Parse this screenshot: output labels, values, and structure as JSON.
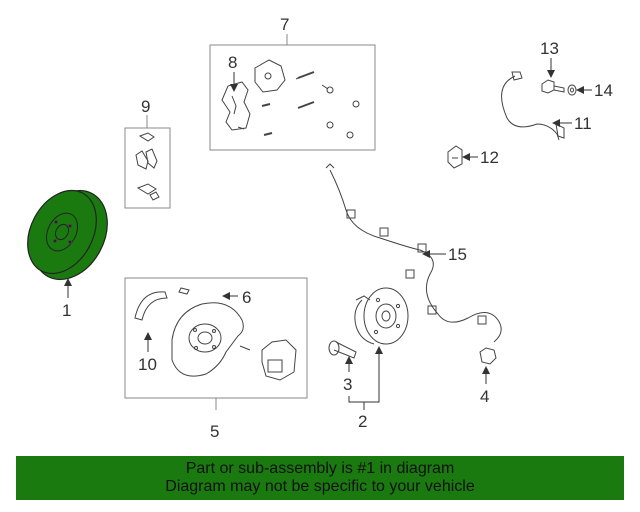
{
  "callouts": {
    "c1": "1",
    "c2": "2",
    "c3": "3",
    "c4": "4",
    "c5": "5",
    "c6": "6",
    "c7": "7",
    "c8": "8",
    "c9": "9",
    "c10": "10",
    "c11": "11",
    "c12": "12",
    "c13": "13",
    "c14": "14",
    "c15": "15"
  },
  "highlight_color": "#1a7a10",
  "banner": {
    "line1": "Part or sub-assembly is #1 in diagram",
    "line2": "Diagram may not be specific to your vehicle"
  }
}
